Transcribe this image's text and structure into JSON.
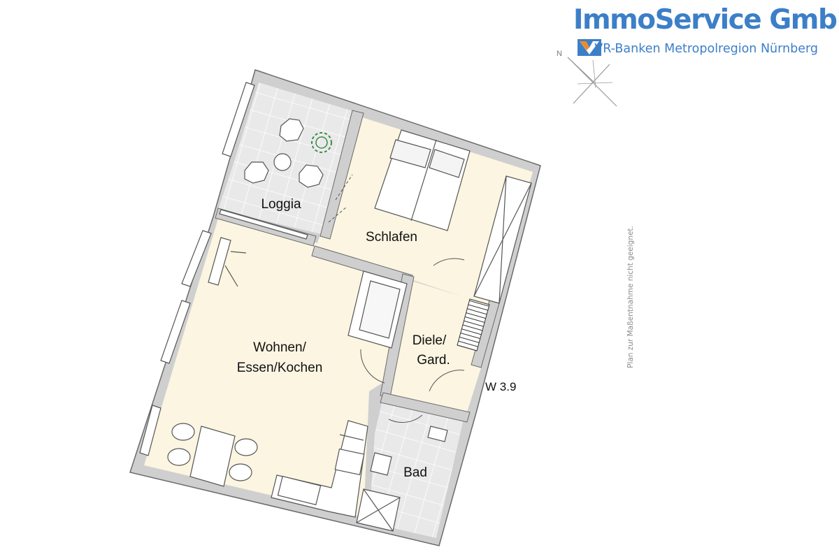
{
  "branding": {
    "company": "ImmoService GmbH",
    "subtitle": "VR-Banken Metropolregion Nürnberg",
    "accent_color": "#3c7fc8",
    "logo_accent_color": "#f08a24"
  },
  "compass": {
    "north_label": "N"
  },
  "floorplan": {
    "rooms": [
      {
        "id": "loggia",
        "label_lines": [
          "Loggia"
        ]
      },
      {
        "id": "schlafen",
        "label_lines": [
          "Schlafen"
        ]
      },
      {
        "id": "wohnen",
        "label_lines": [
          "Wohnen/",
          "Essen/Kochen"
        ]
      },
      {
        "id": "diele",
        "label_lines": [
          "Diele/",
          "Gard."
        ]
      },
      {
        "id": "bad",
        "label_lines": [
          "Bad"
        ]
      }
    ],
    "unit_label": "W 3.9",
    "floor_color": "#fbf5e1",
    "tile_color": "#e9e9e9",
    "wall_color": "#cfcfcf"
  },
  "note": "Plan zur Maßentnahme nicht geeignet."
}
